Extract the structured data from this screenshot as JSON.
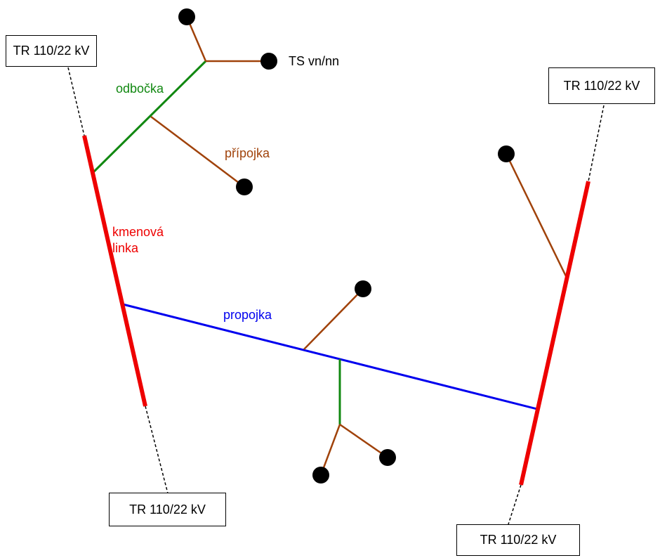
{
  "colors": {
    "trunk": "#ee0000",
    "branch": "#118811",
    "service": "#a0420a",
    "interconnect": "#0000ee",
    "feed": "#000000",
    "station": "#000000"
  },
  "substations": [
    {
      "label": "TR 110/22 kV"
    },
    {
      "label": "TR 110/22 kV"
    },
    {
      "label": "TR 110/22 kV"
    },
    {
      "label": "TR 110/22 kV"
    }
  ],
  "labels": {
    "station": "TS vn/nn",
    "branch": "odbočka",
    "service": "přípojka",
    "trunk_line1": "kmenová",
    "trunk_line2": "linka",
    "interconnect": "propojka"
  }
}
